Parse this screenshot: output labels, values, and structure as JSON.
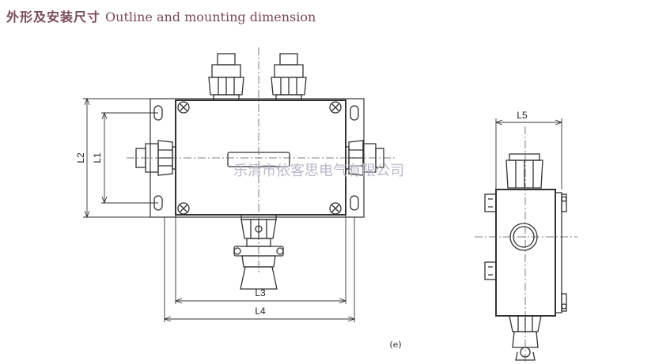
{
  "header": {
    "title_cn": "外形及安装尺寸",
    "title_en": "Outline and mounting dimension"
  },
  "dimensions": {
    "l1": "L1",
    "l2": "L2",
    "l3": "L3",
    "l4": "L4",
    "l5": "L5"
  },
  "watermark": "乐清市依客思电气有限公司",
  "caption": "(e)"
}
